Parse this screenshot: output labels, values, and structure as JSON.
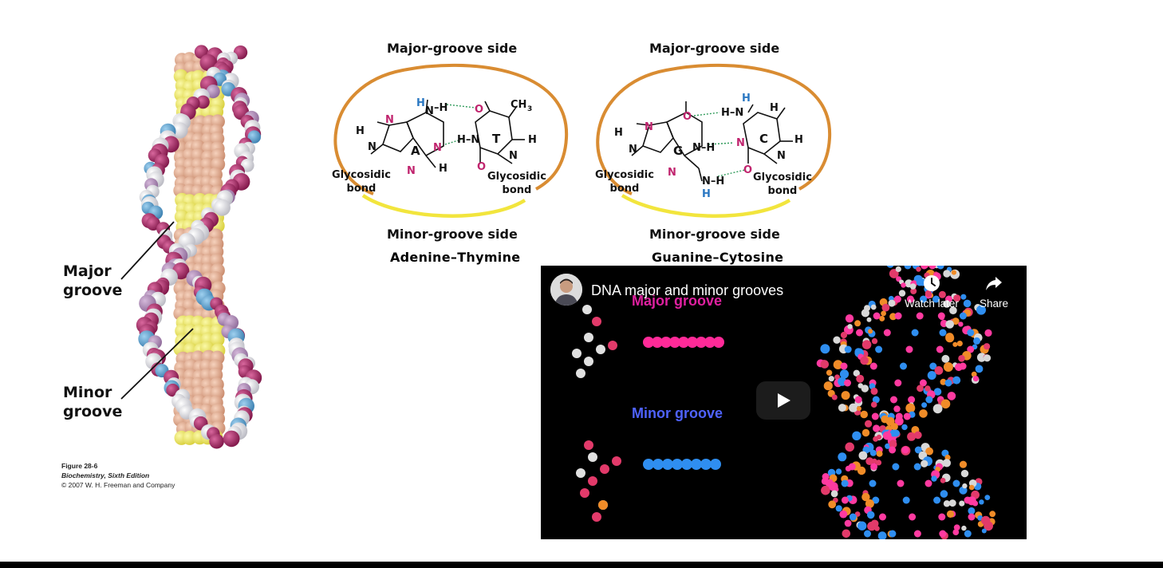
{
  "left_figure": {
    "major_groove_label": [
      "Major",
      "groove"
    ],
    "minor_groove_label": [
      "Minor",
      "groove"
    ],
    "caption": {
      "title": "Figure 28-6",
      "edition": "Biochemistry, Sixth Edition",
      "copyright": "© 2007 W. H. Freeman and Company"
    }
  },
  "base_pairs": {
    "at": {
      "major_side": "Major-groove side",
      "minor_side": "Minor-groove side",
      "name": "Adenine–Thymine",
      "base_a": "A",
      "base_b": "T",
      "methyl": "CH",
      "methyl_sub": "3",
      "glycosidic_left": [
        "Glycosidic",
        "bond"
      ],
      "glycosidic_right": [
        "Glycosidic",
        "bond"
      ]
    },
    "gc": {
      "major_side": "Major-groove side",
      "minor_side": "Minor-groove side",
      "name": "Guanine–Cytosine",
      "base_a": "G",
      "base_b": "C",
      "glycosidic_left": [
        "Glycosidic",
        "bond"
      ],
      "glycosidic_right": [
        "Glycosidic",
        "bond"
      ]
    }
  },
  "video": {
    "title": "DNA major and minor grooves",
    "watch_later_label": "Watch later",
    "share_label": "Share",
    "overlay_major": "Major groove",
    "overlay_minor": "Minor groove"
  },
  "colors": {
    "ellipse_orange": "#d98c32",
    "ellipse_yellow": "#f2e53d",
    "nitrogen": "#c0246e",
    "oxygen": "#c0246e",
    "hydrogen_blue": "#2b78c2",
    "hbond_green": "#2f9a5a",
    "overlay_major": "#e020a0",
    "overlay_minor": "#4f63ff"
  }
}
